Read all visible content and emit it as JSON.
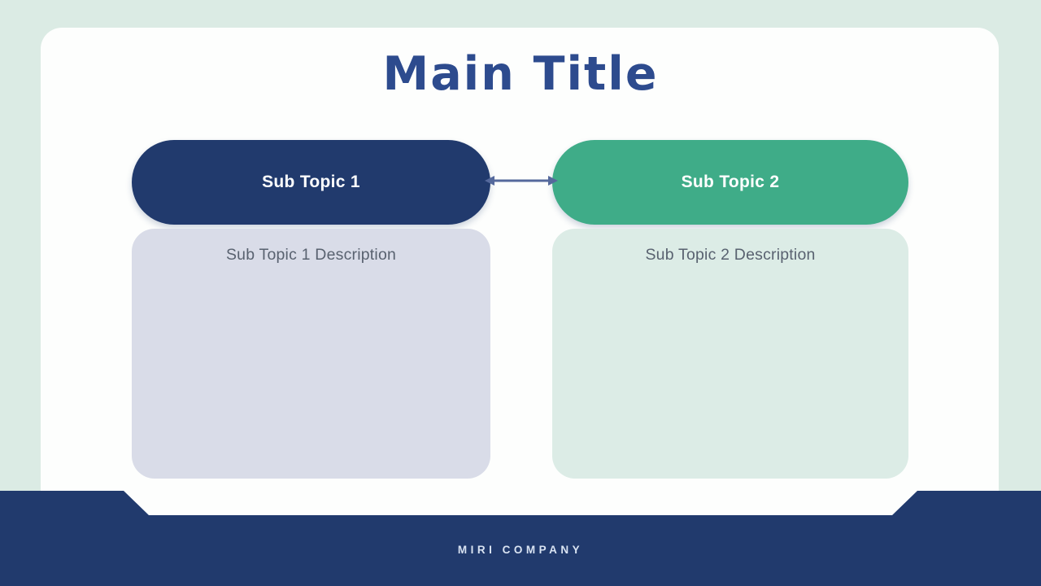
{
  "slide": {
    "title": "Main Title",
    "topics": [
      {
        "label": "Sub Topic 1",
        "description": "Sub Topic 1 Description",
        "pill_color": "#213a6d",
        "box_color": "#d9dce8"
      },
      {
        "label": "Sub Topic 2",
        "description": "Sub Topic 2 Description",
        "pill_color": "#3fac88",
        "box_color": "#dcece6"
      }
    ],
    "footer": {
      "company": "MIRI COMPANY"
    },
    "colors": {
      "background": "#dbebe4",
      "card": "#fdfefd",
      "title_text": "#2d4b8e",
      "description_text": "#596270",
      "arrow": "#55699c",
      "footer_bg": "#213a6d",
      "footer_text": "#d9e3f2"
    }
  }
}
